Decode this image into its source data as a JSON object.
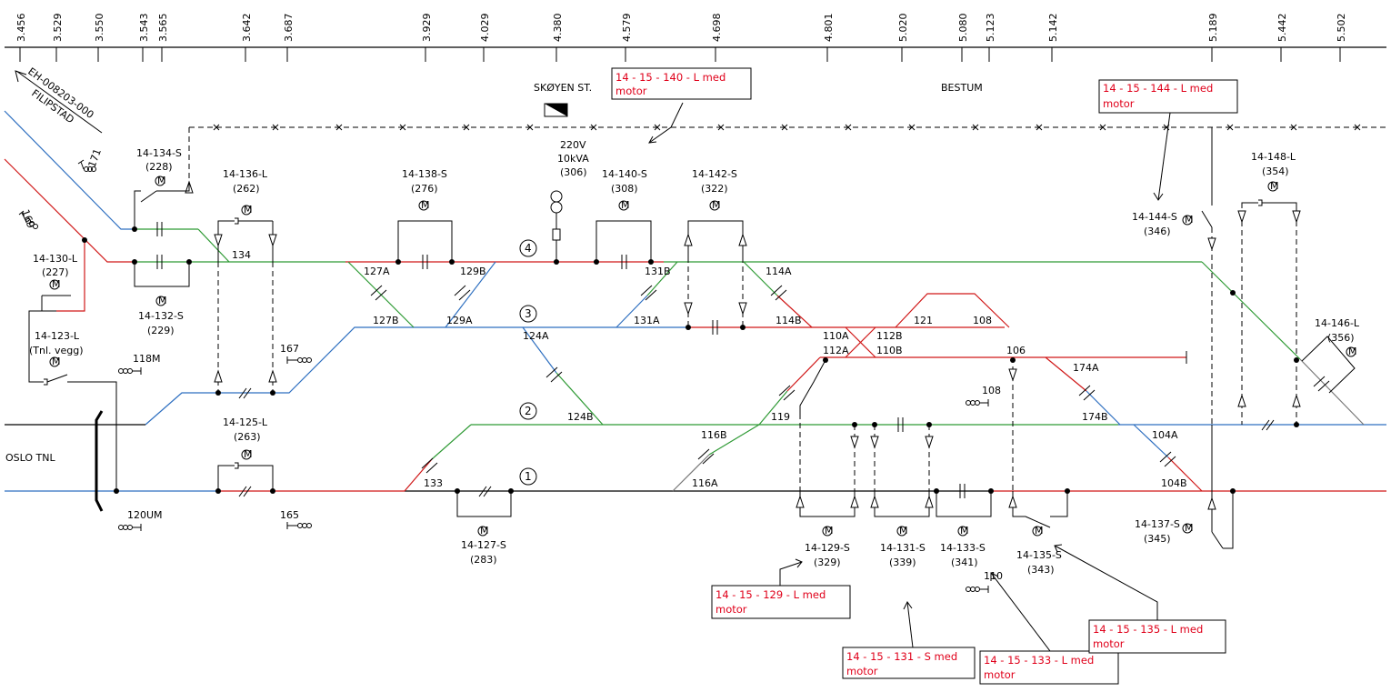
{
  "km_marks": [
    "3.456",
    "3.529",
    "3.550",
    "3.543",
    "3.565",
    "3.642",
    "3.687",
    "3.929",
    "4.029",
    "4.380",
    "4.579",
    "4.698",
    "4.801",
    "5.020",
    "5.080",
    "5.123",
    "5.142",
    "5.189",
    "5.442",
    "5.502"
  ],
  "stations": {
    "skoyen": "SKØYEN ST.",
    "bestum": "BESTUM",
    "oslo_tnl": "OSLO TNL"
  },
  "side_labels": {
    "eh": "EH-008203-000",
    "filipstad": "FILIPSTAD"
  },
  "track_numbers": [
    "1",
    "2",
    "3",
    "4"
  ],
  "transformer": {
    "voltage": "220V",
    "power": "10kVA",
    "id": "(306)"
  },
  "disconnectors": {
    "d134": {
      "name": "14-134-S",
      "num": "(228)"
    },
    "d136": {
      "name": "14-136-L",
      "num": "(262)"
    },
    "d138": {
      "name": "14-138-S",
      "num": "(276)"
    },
    "d140": {
      "name": "14-140-S",
      "num": "(308)"
    },
    "d142": {
      "name": "14-142-S",
      "num": "(322)"
    },
    "d130": {
      "name": "14-130-L",
      "num": "(227)"
    },
    "d132": {
      "name": "14-132-S",
      "num": "(229)"
    },
    "d123": {
      "name": "14-123-L",
      "num": "(Tnl. vegg)"
    },
    "d125": {
      "name": "14-125-L",
      "num": "(263)"
    },
    "d127": {
      "name": "14-127-S",
      "num": "(283)"
    },
    "d129": {
      "name": "14-129-S",
      "num": "(329)"
    },
    "d131": {
      "name": "14-131-S",
      "num": "(339)"
    },
    "d133": {
      "name": "14-133-S",
      "num": "(341)"
    },
    "d135": {
      "name": "14-135-S",
      "num": "(343)"
    },
    "d137": {
      "name": "14-137-S",
      "num": "(345)"
    },
    "d144": {
      "name": "14-144-S",
      "num": "(346)"
    },
    "d146": {
      "name": "14-146-L",
      "num": "(356)"
    },
    "d148": {
      "name": "14-148-L",
      "num": "(354)"
    }
  },
  "motor_symbol": "M",
  "section_labels": {
    "l127a": "127A",
    "l127b": "127B",
    "l129b": "129B",
    "l129a": "129A",
    "l131b": "131B",
    "l131a": "131A",
    "l114a": "114A",
    "l114b": "114B",
    "l110a": "110A",
    "l112a": "112A",
    "l112b": "112B",
    "l110b": "110B",
    "l121": "121",
    "l108": "108",
    "l106": "106",
    "l174a": "174A",
    "l174b": "174B",
    "l104a": "104A",
    "l104b": "104B",
    "l124a": "124A",
    "l124b": "124B",
    "l116b": "116B",
    "l116a": "116A",
    "l119": "119",
    "l133": "133",
    "l134": "134",
    "l118m": "118M",
    "l167": "167",
    "l165": "165",
    "l120um": "120UM",
    "l108s": "108",
    "l110s": "110",
    "l171": "171",
    "l169": "169"
  },
  "annotations": {
    "a140": [
      "14 - 15 - 140 - L med",
      "motor"
    ],
    "a144": [
      "14 -  15 - 144 - L med",
      "motor"
    ],
    "a129": [
      "14 - 15 - 129 - L med",
      "motor"
    ],
    "a131": [
      "14 - 15 - 131 - S med",
      "motor"
    ],
    "a133": [
      "14 - 15 - 133 - L med",
      "motor"
    ],
    "a135": [
      "14 - 15 - 135 - L med",
      "motor"
    ]
  },
  "colors": {
    "track_blue": "#2e6fc0",
    "track_red": "#d01818",
    "track_green": "#2f9a35",
    "annotation_red": "#e0001a"
  }
}
